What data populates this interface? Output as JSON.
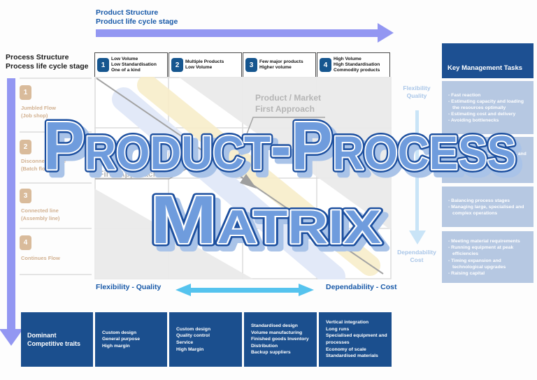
{
  "title": {
    "line1": "Product-Process",
    "line2": "Matrix"
  },
  "axes": {
    "product_structure": "Product Structure\nProduct life cycle stage",
    "process_structure": "Process Structure\nProcess life cycle stage",
    "flexibility_quality_bottom": "Flexibility - Quality",
    "dependability_cost_bottom": "Dependability - Cost",
    "flexibility_quality_right": "Flexibility\nQuality",
    "dependability_cost_right": "Dependability\nCost"
  },
  "columns": [
    {
      "num": "1",
      "label": "Low Volume\nLow Standardisation\nOne of a kind"
    },
    {
      "num": "2",
      "label": "Multiple Products\nLow Volume"
    },
    {
      "num": "3",
      "label": "Few major products\nHigher volume"
    },
    {
      "num": "4",
      "label": "High Volume\nHigh Standardisation\nCommodity products"
    }
  ],
  "rows": [
    {
      "num": "1",
      "label": "Jumbled Flow\n(Job shop)"
    },
    {
      "num": "2",
      "label": "Disconnected line\n(Batch flow)"
    },
    {
      "num": "3",
      "label": "Connected line\n(Assembly line)"
    },
    {
      "num": "4",
      "label": "Continues Flow"
    }
  ],
  "grid_labels": {
    "product_market": "Product / Market\nFirst Approach",
    "process_first": "Process\nFirst Approach"
  },
  "panel": {
    "title": "Key Management Tasks",
    "sections": [
      {
        "items": [
          "Fast reaction",
          "Estimating capacity and loading the resources optimally",
          "Estimating cost and delivery",
          "Avoiding bottlenecks"
        ]
      },
      {
        "items": [
          "Systematising the processes and methods",
          "Improvement initiatives"
        ]
      },
      {
        "items": [
          "Balancing process stages",
          "Managing large, specialised and complex operations"
        ]
      },
      {
        "items": [
          "Meeting material requirements",
          "Running equipment at peak efficiencies",
          "Timing expansion and technological upgrades",
          "Raising capital"
        ]
      }
    ]
  },
  "bottom": {
    "header": "Dominant\nCompetitive traits",
    "boxes": [
      {
        "items": [
          "Custom design",
          "General purpose",
          "High margin"
        ]
      },
      {
        "items": [
          "Custom design",
          "Quality control",
          "Service",
          "High Margin"
        ]
      },
      {
        "items": [
          "Standardised design",
          "Volume manufacturing",
          "Finished goods Inventory",
          "Distribution",
          "Backup suppliers"
        ]
      },
      {
        "items": [
          "Vertical integration",
          "Long runs",
          "Specialised equipment and processes",
          "Economy of scale",
          "Standardised materials"
        ]
      }
    ]
  },
  "colors": {
    "navy": "#1b4f8e",
    "accent_blue_text": "#1859a8",
    "purple_arrow": "#9397f2",
    "cyan_arrow": "#55c3ee",
    "pale_blue_arrow": "#c9e4f7",
    "panel_section": "#b6c8e2",
    "tan": "#d9bb9b",
    "title_fill": "#6f9cdd",
    "title_outline": "#1c4f9f"
  }
}
